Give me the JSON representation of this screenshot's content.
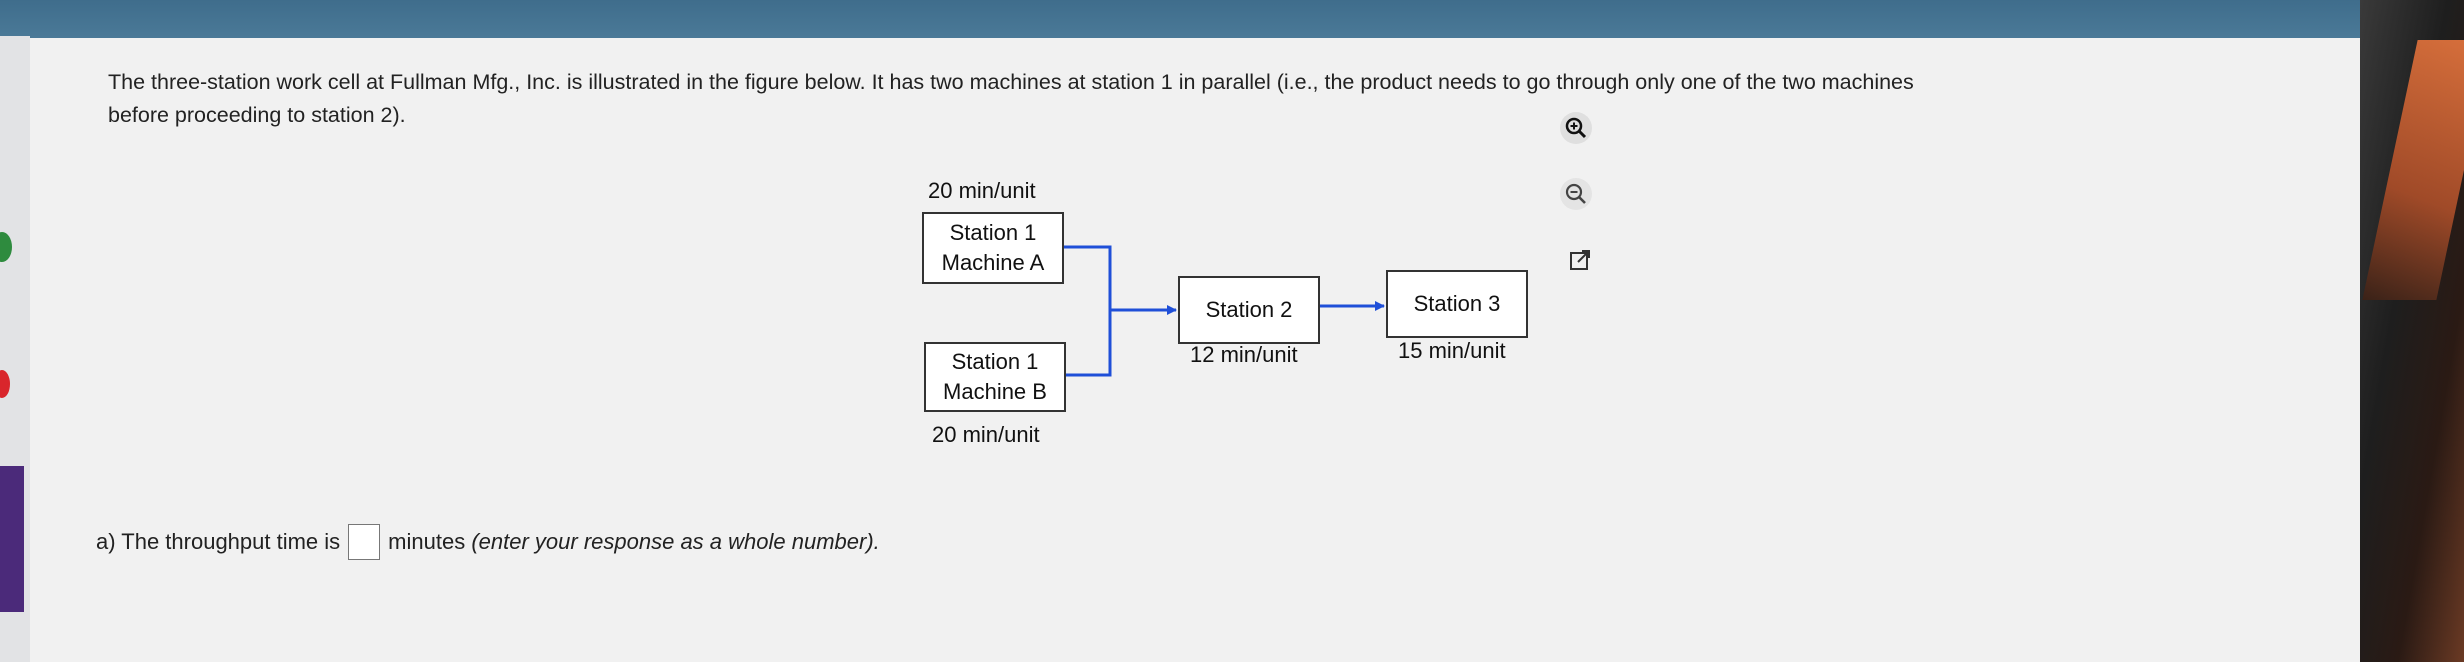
{
  "question": {
    "text_line1": "The three-station work cell at Fullman Mfg., Inc. is illustrated in the figure below. It has two machines at station 1 in parallel (i.e., the product needs to go through only one of the two machines",
    "text_line2": "before proceeding to station 2)."
  },
  "diagram": {
    "machine_a": {
      "line1": "Station 1",
      "line2": "Machine A",
      "rate": "20 min/unit"
    },
    "machine_b": {
      "line1": "Station 1",
      "line2": "Machine B",
      "rate": "20 min/unit"
    },
    "station2": {
      "label": "Station 2",
      "rate": "12 min/unit"
    },
    "station3": {
      "label": "Station 3",
      "rate": "15 min/unit"
    },
    "arrow_color": "#1f4fd8",
    "line_color": "#1f4fd8"
  },
  "tools": {
    "zoom_in": "zoom-in-icon",
    "zoom_out": "zoom-out-icon",
    "external": "external-link-icon"
  },
  "answer": {
    "prefix": "a) The throughput time is",
    "suffix_normal": "minutes",
    "suffix_italic": "(enter your response as a whole number)."
  }
}
